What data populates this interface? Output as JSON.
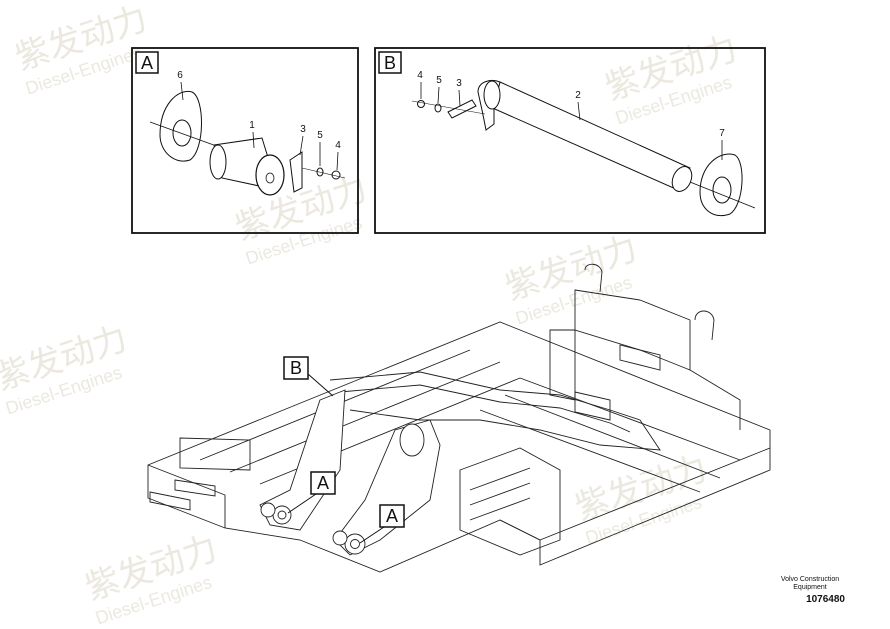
{
  "detail_a": {
    "box_label": "A",
    "callouts": [
      "6",
      "1",
      "3",
      "5",
      "4"
    ]
  },
  "detail_b": {
    "box_label": "B",
    "callouts": [
      "4",
      "5",
      "3",
      "2",
      "7"
    ]
  },
  "main_view": {
    "callouts": [
      "B",
      "A",
      "A"
    ]
  },
  "watermark": {
    "brand": "紫发动力",
    "sub": "Diesel-Engines"
  },
  "footer": {
    "company": "Volvo Construction Equipment",
    "drawing_number": "1076480"
  }
}
